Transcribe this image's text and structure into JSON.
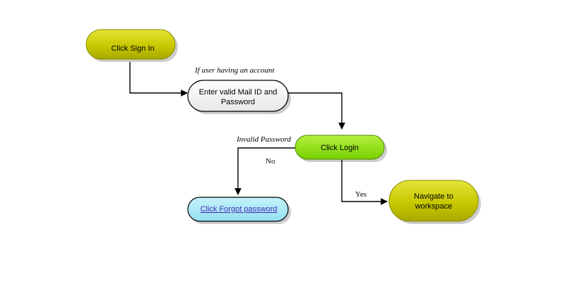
{
  "nodes": {
    "sign_in": {
      "label": "Click Sign In",
      "color": "#c8c800"
    },
    "enter_credentials": {
      "line1": "Enter valid Mail ID and",
      "line2": "Password",
      "color": "#f4f4f4"
    },
    "login": {
      "label": "Click Login",
      "color": "#8ee000"
    },
    "forgot_password": {
      "label": "Click Forgot password",
      "color": "#a8e8f4"
    },
    "navigate": {
      "line1": "Navigate to",
      "line2": "workspace",
      "color": "#c8c800"
    }
  },
  "edges": {
    "has_account": "If user having an account",
    "invalid_password": "Invalid Password",
    "no": "No",
    "yes": "Yes"
  }
}
